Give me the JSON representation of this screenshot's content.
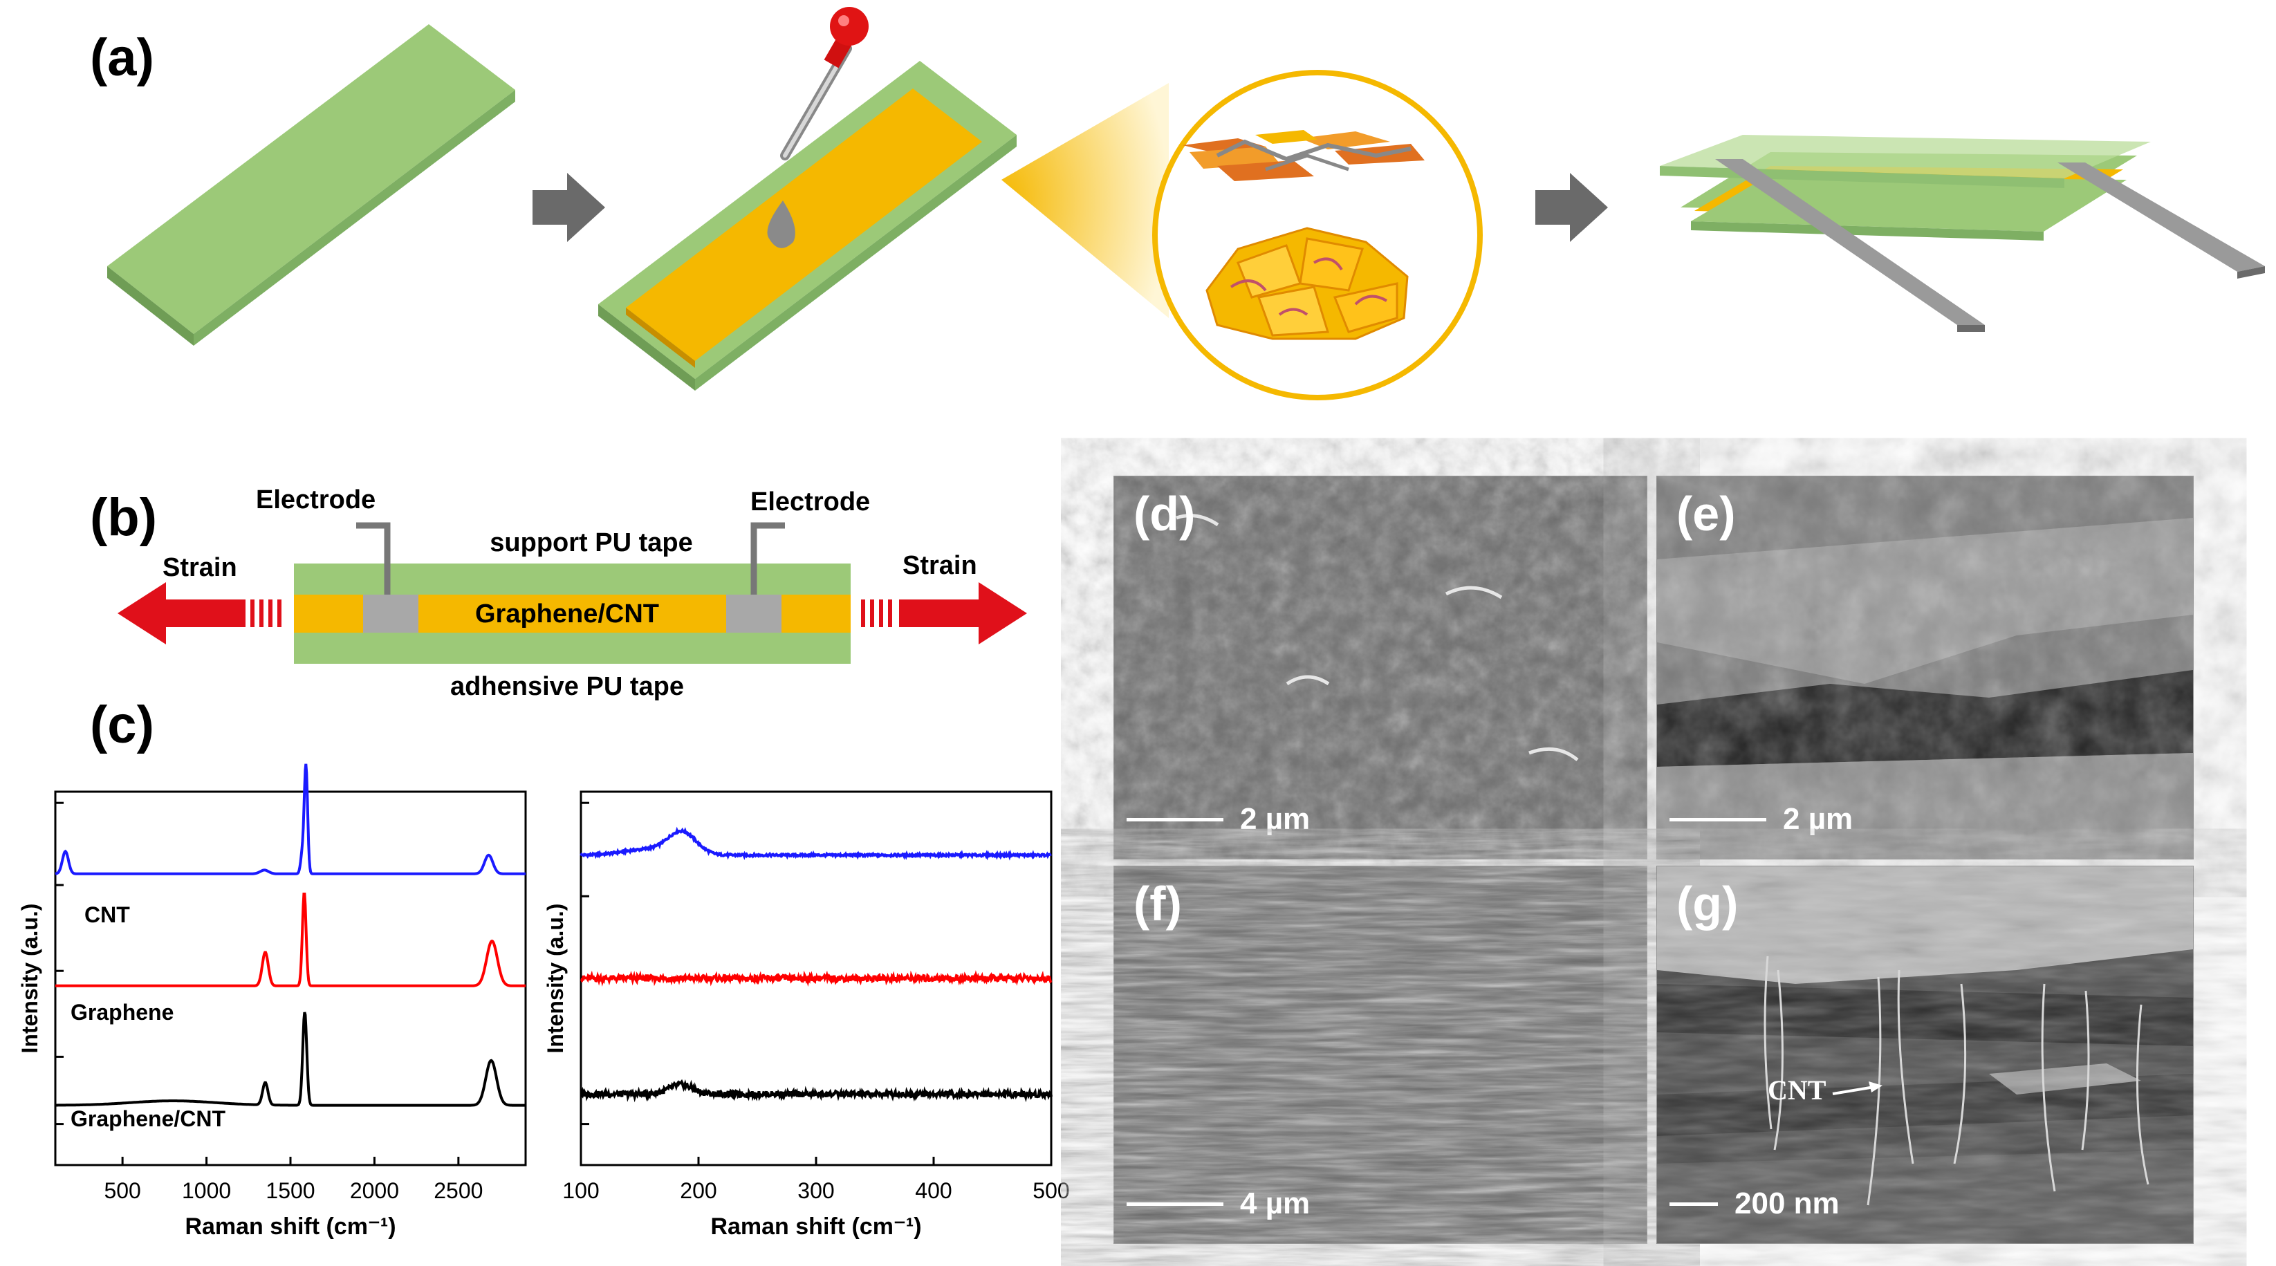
{
  "panel_labels": {
    "a": "(a)",
    "b": "(b)",
    "c": "(c)",
    "d": "(d)",
    "e": "(e)",
    "f": "(f)",
    "g": "(g)"
  },
  "schematic_b": {
    "electrode_left": "Electrode",
    "electrode_right": "Electrode",
    "support_tape": "support PU tape",
    "film": "Graphene/CNT",
    "adhesive_tape": "adhensive PU tape",
    "strain_left": "Strain",
    "strain_right": "Strain"
  },
  "colors": {
    "tape_green": "#9cc978",
    "film_yellow": "#f5b800",
    "electrode_gray": "#a8a8a8",
    "arrow_red": "#e0101a",
    "arrow_gray": "#6a6a6a",
    "cnt": "#1a1aff",
    "graphene": "#ff0000",
    "graphene_cnt": "#000000"
  },
  "sem": {
    "d": {
      "label": "(d)",
      "scale": "2 µm"
    },
    "e": {
      "label": "(e)",
      "scale": "2 µm"
    },
    "f": {
      "label": "(f)",
      "scale": "4 µm"
    },
    "g": {
      "label": "(g)",
      "scale": "200 nm",
      "annotation": "CNT"
    }
  },
  "chart_data": [
    {
      "type": "line",
      "xlabel": "Raman shift (cm⁻¹)",
      "ylabel": "Intensity (a.u.)",
      "xlim": [
        100,
        2900
      ],
      "xticks": [
        500,
        1000,
        1500,
        2000,
        2500
      ],
      "series": [
        {
          "name": "CNT",
          "color": "#1a1aff",
          "baseline": 0.78,
          "peaks": [
            [
              160,
              0.06,
              18
            ],
            [
              1345,
              0.01,
              25
            ],
            [
              1570,
              0.05,
              10
            ],
            [
              1592,
              0.29,
              10
            ],
            [
              2680,
              0.05,
              25
            ]
          ]
        },
        {
          "name": "Graphene",
          "color": "#ff0000",
          "baseline": 0.48,
          "peaks": [
            [
              1350,
              0.09,
              18
            ],
            [
              1582,
              0.25,
              11
            ],
            [
              2700,
              0.12,
              32
            ]
          ]
        },
        {
          "name": "Graphene/CNT",
          "color": "#000000",
          "baseline": 0.16,
          "peaks": [
            [
              800,
              0.012,
              250
            ],
            [
              1350,
              0.06,
              16
            ],
            [
              1585,
              0.25,
              12
            ],
            [
              2695,
              0.12,
              32
            ]
          ]
        }
      ]
    },
    {
      "type": "line",
      "xlabel": "Raman shift (cm⁻¹)",
      "ylabel": "Intensity (a.u.)",
      "xlim": [
        100,
        500
      ],
      "xticks": [
        100,
        200,
        300,
        400,
        500
      ],
      "series": [
        {
          "name": "CNT",
          "color": "#1a1aff",
          "baseline": 0.83,
          "noise": 0.003,
          "peaks": [
            [
              155,
              0.015,
              20
            ],
            [
              186,
              0.06,
              12
            ]
          ]
        },
        {
          "name": "Graphene",
          "color": "#ff0000",
          "baseline": 0.5,
          "noise": 0.008,
          "peaks": []
        },
        {
          "name": "Graphene/CNT",
          "color": "#000000",
          "baseline": 0.19,
          "noise": 0.008,
          "peaks": [
            [
              185,
              0.025,
              10
            ]
          ]
        }
      ]
    }
  ]
}
